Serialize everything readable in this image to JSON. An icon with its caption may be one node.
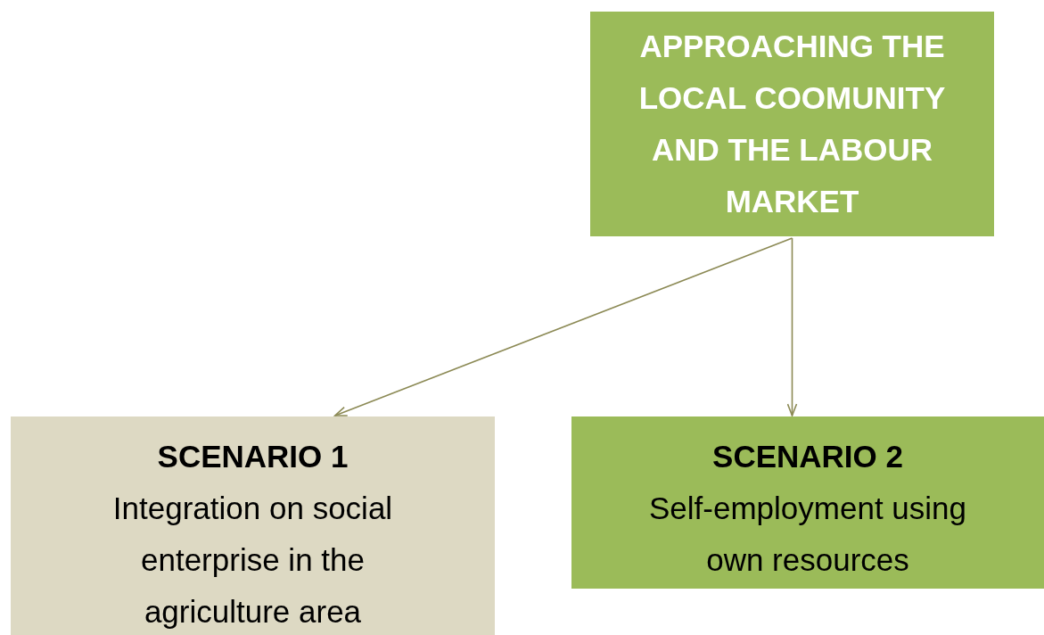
{
  "diagram": {
    "nodes": [
      {
        "text": [
          "APPROACHING THE LOCAL COOMUNITY AND THE LABOUR MARKET"
        ]
      },
      {
        "text": [
          "SCENARIO 1",
          "Integration on social enterprise in the agriculture area"
        ]
      },
      {
        "text": [
          "SCENARIO 2",
          "Self-employment using own resources"
        ]
      }
    ],
    "edges": [
      {
        "from": 0,
        "to": 1,
        "arrow": "to"
      },
      {
        "from": 0,
        "to": 2,
        "arrow": "to"
      }
    ]
  }
}
